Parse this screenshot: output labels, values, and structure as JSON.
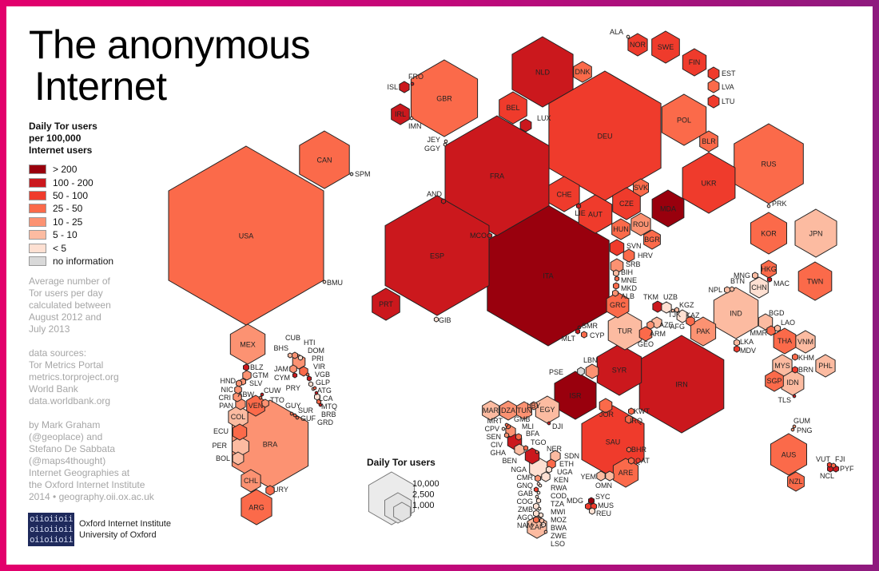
{
  "title": {
    "line1": "The anonymous",
    "line2": "Internet"
  },
  "legend": {
    "title_lines": [
      "Daily Tor users",
      "per 100,000",
      "Internet users"
    ],
    "categories": [
      {
        "label": "> 200",
        "color": "#99000d"
      },
      {
        "label": "100 - 200",
        "color": "#cb181d"
      },
      {
        "label": "50 - 100",
        "color": "#ef3b2c"
      },
      {
        "label": "25 - 50",
        "color": "#fb6a4a"
      },
      {
        "label": "10 - 25",
        "color": "#fc9272"
      },
      {
        "label": "5 - 10",
        "color": "#fcbba1"
      },
      {
        "label": "< 5",
        "color": "#fee0d2"
      },
      {
        "label": "no information",
        "color": "#d9d9d9"
      }
    ]
  },
  "notes": {
    "period": [
      "Average number of",
      "Tor users per day",
      "calculated between",
      "August 2012 and",
      "July 2013"
    ],
    "sources": [
      "data sources:",
      "Tor Metrics Portal",
      "metrics.torproject.org",
      "World Bank",
      "data.worldbank.org"
    ],
    "credits": [
      "by Mark Graham",
      "(@geoplace) and",
      "Stefano De Sabbata",
      "(@maps4thought)",
      "Internet Geographies at",
      "the Oxford Internet Institute",
      "2014 • geography.oii.ox.ac.uk"
    ]
  },
  "logo": {
    "mark": [
      "oiioiioii",
      "oiioiioii",
      "oiioiioii"
    ],
    "line1": "Oxford Internet Institute",
    "line2": "University of Oxford"
  },
  "size_legend": {
    "title": "Daily Tor users",
    "values": [
      "10,000",
      "2,500",
      "1,000"
    ]
  },
  "countries": [
    {
      "code": "USA",
      "c": 3
    },
    {
      "code": "CAN",
      "c": 3
    },
    {
      "code": "SPM",
      "c": 7
    },
    {
      "code": "BMU",
      "c": 6
    },
    {
      "code": "MEX",
      "c": 4
    },
    {
      "code": "BLZ",
      "c": 1
    },
    {
      "code": "GTM",
      "c": 4
    },
    {
      "code": "SLV",
      "c": 4
    },
    {
      "code": "HND",
      "c": 4
    },
    {
      "code": "NIC",
      "c": 4
    },
    {
      "code": "CRI",
      "c": 4
    },
    {
      "code": "PAN",
      "c": 4
    },
    {
      "code": "ABW",
      "c": 3
    },
    {
      "code": "CUW",
      "c": 1
    },
    {
      "code": "TTO",
      "c": 4
    },
    {
      "code": "VEN",
      "c": 3
    },
    {
      "code": "COL",
      "c": 5
    },
    {
      "code": "ECU",
      "c": 3
    },
    {
      "code": "PER",
      "c": 5
    },
    {
      "code": "BOL",
      "c": 5
    },
    {
      "code": "BRA",
      "c": 4
    },
    {
      "code": "GUY",
      "c": 3
    },
    {
      "code": "SUR",
      "c": 3
    },
    {
      "code": "GUF",
      "c": 3
    },
    {
      "code": "CHL",
      "c": 4
    },
    {
      "code": "URY",
      "c": 3
    },
    {
      "code": "ARG",
      "c": 3
    },
    {
      "code": "CUB",
      "c": 4
    },
    {
      "code": "BHS",
      "c": 5
    },
    {
      "code": "HTI",
      "c": 6
    },
    {
      "code": "DOM",
      "c": 4
    },
    {
      "code": "PRI",
      "c": 3
    },
    {
      "code": "JAM",
      "c": 4
    },
    {
      "code": "CYM",
      "c": 1
    },
    {
      "code": "VIR",
      "c": 3
    },
    {
      "code": "VGB",
      "c": 1
    },
    {
      "code": "GLP",
      "c": 6
    },
    {
      "code": "PRY",
      "c": 5
    },
    {
      "code": "ATG",
      "c": 3
    },
    {
      "code": "LCA",
      "c": 1
    },
    {
      "code": "MTQ",
      "c": 6
    },
    {
      "code": "BRB",
      "c": 3
    },
    {
      "code": "GRD",
      "c": 1
    },
    {
      "code": "GBR",
      "c": 3
    },
    {
      "code": "ISL",
      "c": 1
    },
    {
      "code": "FRO",
      "c": 1
    },
    {
      "code": "IRL",
      "c": 1
    },
    {
      "code": "IMN",
      "c": 6
    },
    {
      "code": "JEY",
      "c": 6
    },
    {
      "code": "GGY",
      "c": 6
    },
    {
      "code": "NLD",
      "c": 1
    },
    {
      "code": "DNK",
      "c": 3
    },
    {
      "code": "BEL",
      "c": 2
    },
    {
      "code": "LUX",
      "c": 1
    },
    {
      "code": "DEU",
      "c": 2
    },
    {
      "code": "FRA",
      "c": 1
    },
    {
      "code": "AND",
      "c": 1
    },
    {
      "code": "ESP",
      "c": 1
    },
    {
      "code": "MCO",
      "c": 1
    },
    {
      "code": "PRT",
      "c": 1
    },
    {
      "code": "GIB",
      "c": 6
    },
    {
      "code": "ITA",
      "c": 0
    },
    {
      "code": "CHE",
      "c": 2
    },
    {
      "code": "LIE",
      "c": 1
    },
    {
      "code": "AUT",
      "c": 2
    },
    {
      "code": "CZE",
      "c": 2
    },
    {
      "code": "SVK",
      "c": 3
    },
    {
      "code": "HUN",
      "c": 3
    },
    {
      "code": "ROU",
      "c": 4
    },
    {
      "code": "BGR",
      "c": 3
    },
    {
      "code": "SVN",
      "c": 2
    },
    {
      "code": "HRV",
      "c": 3
    },
    {
      "code": "SRB",
      "c": 4
    },
    {
      "code": "BIH",
      "c": 5
    },
    {
      "code": "MNE",
      "c": 3
    },
    {
      "code": "MKD",
      "c": 3
    },
    {
      "code": "ALB",
      "c": 4
    },
    {
      "code": "GRC",
      "c": 3
    },
    {
      "code": "MDA",
      "c": 0
    },
    {
      "code": "UKR",
      "c": 2
    },
    {
      "code": "BLR",
      "c": 3
    },
    {
      "code": "POL",
      "c": 3
    },
    {
      "code": "RUS",
      "c": 3
    },
    {
      "code": "PRK",
      "c": 6
    },
    {
      "code": "ALA",
      "c": 6
    },
    {
      "code": "NOR",
      "c": 2
    },
    {
      "code": "SWE",
      "c": 2
    },
    {
      "code": "FIN",
      "c": 2
    },
    {
      "code": "EST",
      "c": 2
    },
    {
      "code": "LVA",
      "c": 3
    },
    {
      "code": "LTU",
      "c": 2
    },
    {
      "code": "SMR",
      "c": 0
    },
    {
      "code": "MLT",
      "c": 1
    },
    {
      "code": "CYP",
      "c": 3
    },
    {
      "code": "KOR",
      "c": 3
    },
    {
      "code": "JPN",
      "c": 5
    },
    {
      "code": "TWN",
      "c": 3
    },
    {
      "code": "HKG",
      "c": 3
    },
    {
      "code": "CHN",
      "c": 6
    },
    {
      "code": "MAC",
      "c": 1
    },
    {
      "code": "MNG",
      "c": 5
    },
    {
      "code": "IND",
      "c": 5
    },
    {
      "code": "NPL",
      "c": 5
    },
    {
      "code": "BTN",
      "c": 5
    },
    {
      "code": "BGD",
      "c": 5
    },
    {
      "code": "LAO",
      "c": 5
    },
    {
      "code": "MMR",
      "c": 3
    },
    {
      "code": "THA",
      "c": 3
    },
    {
      "code": "VNM",
      "c": 5
    },
    {
      "code": "KHM",
      "c": 3
    },
    {
      "code": "MYS",
      "c": 5
    },
    {
      "code": "BRN",
      "c": 2
    },
    {
      "code": "SGP",
      "c": 3
    },
    {
      "code": "IDN",
      "c": 5
    },
    {
      "code": "TLS",
      "c": 1
    },
    {
      "code": "PHL",
      "c": 5
    },
    {
      "code": "LKA",
      "c": 5
    },
    {
      "code": "MDV",
      "c": 2
    },
    {
      "code": "AUS",
      "c": 3
    },
    {
      "code": "NZL",
      "c": 3
    },
    {
      "code": "GUM",
      "c": 4
    },
    {
      "code": "PNG",
      "c": 4
    },
    {
      "code": "VUT",
      "c": 2
    },
    {
      "code": "FJI",
      "c": 3
    },
    {
      "code": "NCL",
      "c": 1
    },
    {
      "code": "PYF",
      "c": 1
    },
    {
      "code": "TUR",
      "c": 5
    },
    {
      "code": "GEO",
      "c": 3
    },
    {
      "code": "ARM",
      "c": 4
    },
    {
      "code": "AZE",
      "c": 5
    },
    {
      "code": "TKM",
      "c": 1
    },
    {
      "code": "UZB",
      "c": 6
    },
    {
      "code": "TJK",
      "c": 5
    },
    {
      "code": "KGZ",
      "c": 5
    },
    {
      "code": "KAZ",
      "c": 6
    },
    {
      "code": "AFG",
      "c": 3
    },
    {
      "code": "PAK",
      "c": 4
    },
    {
      "code": "SYR",
      "c": 1
    },
    {
      "code": "IRN",
      "c": 1
    },
    {
      "code": "LBN",
      "c": 4
    },
    {
      "code": "PSE",
      "c": 7
    },
    {
      "code": "ISR",
      "c": 0
    },
    {
      "code": "JOR",
      "c": 3
    },
    {
      "code": "IRQ",
      "c": 3
    },
    {
      "code": "KWT",
      "c": 3
    },
    {
      "code": "SAU",
      "c": 2
    },
    {
      "code": "BHR",
      "c": 3
    },
    {
      "code": "QAT",
      "c": 3
    },
    {
      "code": "ARE",
      "c": 3
    },
    {
      "code": "YEM",
      "c": 5
    },
    {
      "code": "OMN",
      "c": 5
    },
    {
      "code": "MAR",
      "c": 5
    },
    {
      "code": "DZA",
      "c": 4
    },
    {
      "code": "TUN",
      "c": 4
    },
    {
      "code": "LBY",
      "c": 4
    },
    {
      "code": "EGY",
      "c": 5
    },
    {
      "code": "DJI",
      "c": 1
    },
    {
      "code": "MRT",
      "c": 3
    },
    {
      "code": "GMB",
      "c": 3
    },
    {
      "code": "CPV",
      "c": 6
    },
    {
      "code": "MLI",
      "c": 4
    },
    {
      "code": "SEN",
      "c": 4
    },
    {
      "code": "BFA",
      "c": 3
    },
    {
      "code": "CIV",
      "c": 1
    },
    {
      "code": "TGO",
      "c": 3
    },
    {
      "code": "GHA",
      "c": 5
    },
    {
      "code": "BEN",
      "c": 1
    },
    {
      "code": "NER",
      "c": 3
    },
    {
      "code": "NGA",
      "c": 6
    },
    {
      "code": "SDN",
      "c": 5
    },
    {
      "code": "ETH",
      "c": 3
    },
    {
      "code": "UGA",
      "c": 6
    },
    {
      "code": "KEN",
      "c": 6
    },
    {
      "code": "CMR",
      "c": 4
    },
    {
      "code": "GNQ",
      "c": 6
    },
    {
      "code": "RWA",
      "c": 6
    },
    {
      "code": "GAB",
      "c": 2
    },
    {
      "code": "COD",
      "c": 6
    },
    {
      "code": "COG",
      "c": 6
    },
    {
      "code": "TZA",
      "c": 6
    },
    {
      "code": "ZMB",
      "c": 6
    },
    {
      "code": "MWI",
      "c": 6
    },
    {
      "code": "AGO",
      "c": 6
    },
    {
      "code": "MOZ",
      "c": 6
    },
    {
      "code": "NAM",
      "c": 3
    },
    {
      "code": "BWA",
      "c": 5
    },
    {
      "code": "ZWE",
      "c": 6
    },
    {
      "code": "ZAF",
      "c": 5
    },
    {
      "code": "LSO",
      "c": 5
    },
    {
      "code": "MDG",
      "c": 2
    },
    {
      "code": "SYC",
      "c": 0
    },
    {
      "code": "MUS",
      "c": 2
    },
    {
      "code": "REU",
      "c": 6
    }
  ]
}
